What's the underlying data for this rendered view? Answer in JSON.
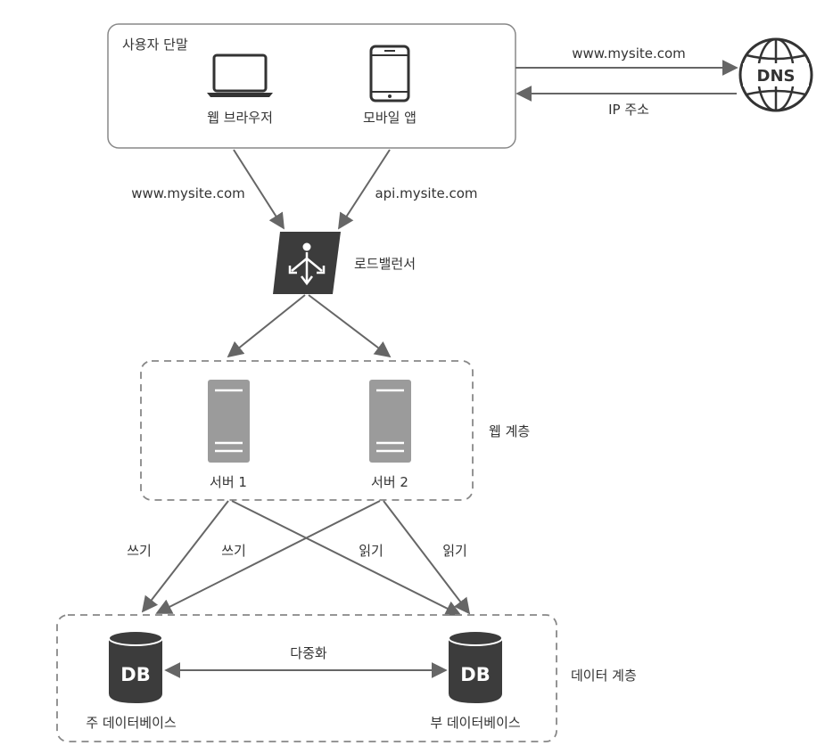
{
  "client": {
    "title": "사용자 단말",
    "web_browser": "웹 브라우저",
    "mobile_app": "모바일 앱"
  },
  "dns": {
    "icon_label": "DNS",
    "request_label": "www.mysite.com",
    "response_label": "IP 주소"
  },
  "routes": {
    "web_label": "www.mysite.com",
    "api_label": "api.mysite.com"
  },
  "load_balancer": {
    "label": "로드밸런서"
  },
  "web_tier": {
    "label": "웹 계층",
    "server1": "서버 1",
    "server2": "서버 2"
  },
  "db_links": {
    "write_label_1": "쓰기",
    "write_label_2": "쓰기",
    "read_label_1": "읽기",
    "read_label_2": "읽기"
  },
  "data_tier": {
    "label": "데이터 계층",
    "replication_label": "다중화",
    "master_icon": "DB",
    "slave_icon": "DB",
    "master_db": "주 데이터베이스",
    "slave_db": "부 데이터베이스"
  },
  "colors": {
    "line": "#666666",
    "box_border": "#888888",
    "server": "#9b9b9b",
    "db": "#3c3c3c",
    "lb": "#3c3c3c"
  }
}
